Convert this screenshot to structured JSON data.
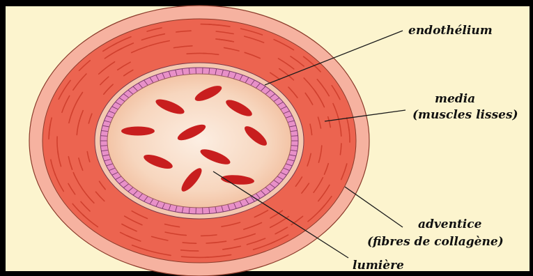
{
  "labels": {
    "endothelium": "endothélium",
    "media_line1": "media",
    "media_line2": "(muscles lisses)",
    "adventice_line1": "adventice",
    "adventice_line2": "(fibres de collagène)",
    "lumiere": "lumière"
  },
  "colors": {
    "background": "#FCF4CE",
    "adventitia": "#F6B2A0",
    "media": "#EC6450",
    "media_streak": "#D0402E",
    "endothelium": "#E890C8",
    "lumen": "#F8D8C2",
    "red_cell": "#C81E1E"
  }
}
